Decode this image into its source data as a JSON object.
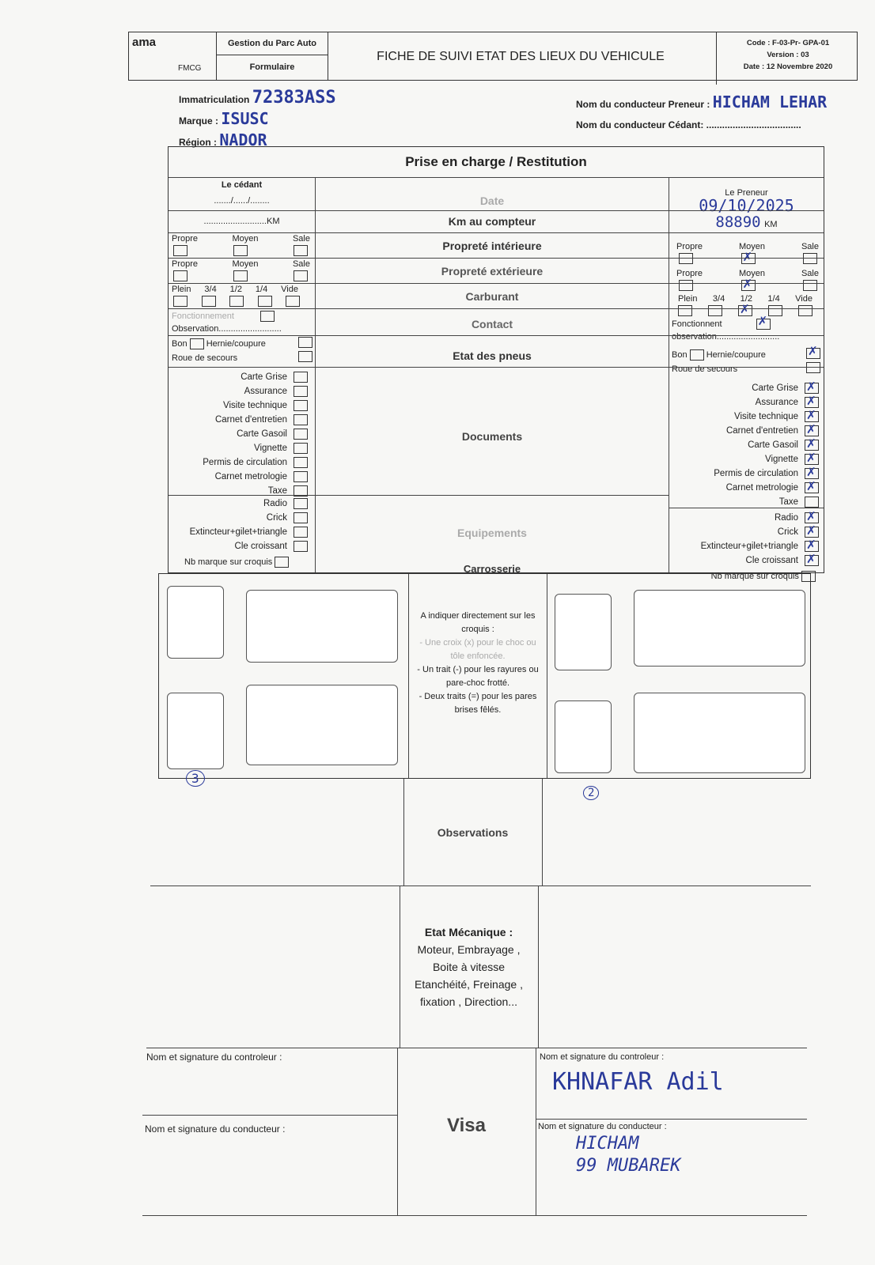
{
  "header": {
    "logo_text": "ama",
    "logo_sub": "FMCG",
    "dept": "Gestion du Parc Auto",
    "type": "Formulaire",
    "title": "FICHE DE SUIVI ETAT DES LIEUX DU VEHICULE",
    "code": "Code : F-03-Pr- GPA-01",
    "version": "Version : 03",
    "date": "Date : 12 Novembre 2020"
  },
  "vehicle": {
    "immat_label": "Immatriculation",
    "immat_value": "72383ASS",
    "marque_label": "Marque :",
    "marque_value": "ISUSC",
    "region_label": "Région :",
    "region_value": "NADOR",
    "preneur_label": "Nom du conducteur Preneur :",
    "preneur_value": "HICHAM LEHAR",
    "cedant_label": "Nom du conducteur Cédant:"
  },
  "table": {
    "title": "Prise en charge / Restitution",
    "cedant_head": "Le cédant",
    "preneur_head": "Le Preneur",
    "date_label": "Date",
    "date_blank": "......./....../........",
    "date_value": "09/10/2025",
    "km_label": "Km au compteur",
    "km_blank": "..........................KM",
    "km_value": "88890",
    "km_unit": "KM",
    "clean_opts": [
      "Propre",
      "Moyen",
      "Sale"
    ],
    "int_label": "Propreté intérieure",
    "ext_label": "Propreté extérieure",
    "fuel_opts": [
      "Plein",
      "3/4",
      "1/2",
      "1/4",
      "Vide"
    ],
    "fuel_label": "Carburant",
    "contact_label": "Contact",
    "fonctionnement": "Fonctionnement",
    "fonctionnent": "Fonctionnent",
    "observation": "Observation..........................",
    "observation2": "observation..........................",
    "pneus_label": "Etat des pneus",
    "bon": "Bon",
    "hernie": "Hernie/coupure",
    "roue": "Roue de secours",
    "docs_label": "Documents",
    "docs": [
      "Carte Grise",
      "Assurance",
      "Visite technique",
      "Carnet d'entretien",
      "Carte Gasoil",
      "Vignette",
      "Permis de circulation",
      "Carnet metrologie",
      "Taxe"
    ],
    "equip_label": "Equipements",
    "equips": [
      "Radio",
      "Crick",
      "Extincteur+gilet+triangle",
      "Cle croissant"
    ],
    "nb_marque": "Nb marque sur croquis",
    "carrosserie": "Carrosserie"
  },
  "sketch": {
    "instructions": [
      "A indiquer directement sur les croquis :",
      "- Une croix (x) pour le choc ou tôle enfoncée.",
      "- Un trait (-) pour les rayures ou pare-choc frotté.",
      "- Deux traits (=) pour les pares brises fêlés."
    ],
    "left_mark": "3",
    "right_mark": "2"
  },
  "observations_label": "Observations",
  "mecanique": {
    "title": "Etat Mécanique :",
    "text": "Moteur, Embrayage , Boite à vitesse Etanchéité, Freinage , fixation , Direction..."
  },
  "signatures": {
    "controleur": "Nom et signature du controleur :",
    "conducteur": "Nom et signature du conducteur :",
    "visa": "Visa",
    "controleur_value": "KHNAFAR Adil",
    "conducteur_value": "HICHAM\n99 MUBAREK"
  }
}
